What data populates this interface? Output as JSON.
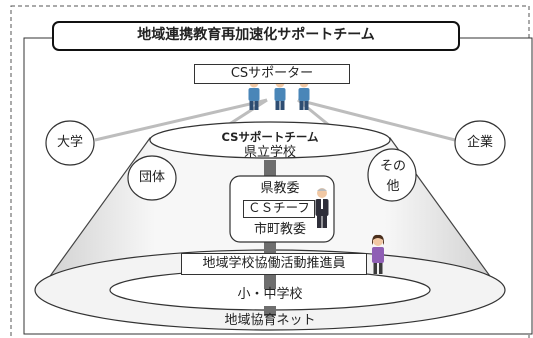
{
  "team_title": "地域連携教育再加速化サポートチーム",
  "supporters_label": "CSサポーター",
  "cs_team_label": "CSサポートチーム",
  "prefecture_school": "県立学校",
  "prefecture_board": "県教委",
  "cs_chief": "ＣＳチーフ",
  "city_board": "市町教委",
  "coordinator": "地域学校協働活動推進員",
  "schools": "小・中学校",
  "network": "地域協育ネット",
  "partners": {
    "university": "大学",
    "group": "団体",
    "enterprise": "企業",
    "other": "その他"
  },
  "colors": {
    "ring_fill": "#f2f2f2",
    "line": "#9a9a9a",
    "connector": "#6e6e6e",
    "person_shirt": "#4a86b8",
    "coordinator_shirt": "#8f5fb5"
  }
}
